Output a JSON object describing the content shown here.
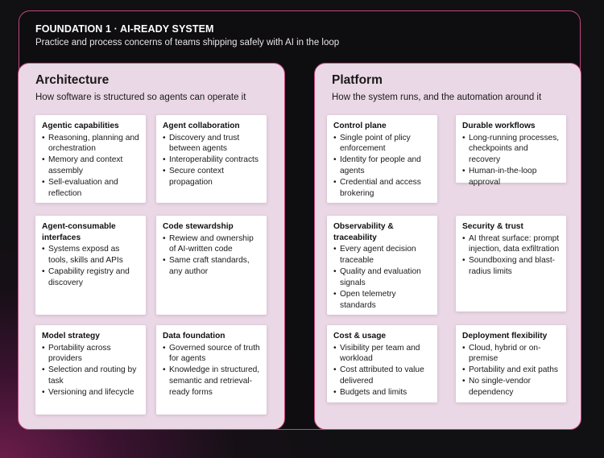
{
  "header": {
    "title": "FOUNDATION 1 · AI-READY SYSTEM",
    "subtitle": "Practice and process concerns of teams shipping safely with AI in the loop"
  },
  "architecture": {
    "title": "Architecture",
    "subtitle": "How software is structured so agents can operate it",
    "cards": [
      {
        "title": "Agentic capabilities",
        "items": [
          "Reasoning, planning and orchestration",
          "Memory and context assembly",
          "Sell-evaluation and reflection"
        ]
      },
      {
        "title": "Agent collaboration",
        "items": [
          "Discovery and trust between agents",
          "Interoperability contracts",
          "Secure context propagation"
        ]
      },
      {
        "title": "Agent-consumable interfaces",
        "items": [
          "Systems exposd as tools, skills and APIs",
          "Capability registry and discovery"
        ]
      },
      {
        "title": "Code stewardship",
        "items": [
          "Rewiew and ownership of AI-written code",
          "Same craft standards, any author"
        ]
      },
      {
        "title": "Model strategy",
        "items": [
          "Portability across providers",
          "Selection and routing by task",
          "Versioning and lifecycle"
        ]
      },
      {
        "title": "Data foundation",
        "items": [
          "Governed source of truth for agents",
          "Knowledge in structured, semantic and retrieval-ready forms"
        ]
      }
    ]
  },
  "platform": {
    "title": "Platform",
    "subtitle": "How the system runs, and the automation around it",
    "cards": [
      {
        "title": "Control plane",
        "items": [
          "Single point of plicy enforcement",
          "Identity for people and agents",
          "Credential and access brokering"
        ]
      },
      {
        "title": "Durable workflows",
        "items": [
          "Long-running processes, checkpoints and recovery",
          "Human-in-the-loop approval"
        ]
      },
      {
        "title": "Observability & traceability",
        "items": [
          "Every agent decision traceable",
          "Quality and evaluation signals",
          "Open telemetry standards"
        ]
      },
      {
        "title": "Security & trust",
        "items": [
          "AI threat surface: prompt injection, data exfiltration",
          "Soundboxing and blast-radius limits"
        ]
      },
      {
        "title": "Cost & usage",
        "items": [
          "Visibility per team and workload",
          "Cost attributed to value delivered",
          "Budgets and limits"
        ]
      },
      {
        "title": "Deployment flexibility",
        "items": [
          "Cloud, hybrid or on-premise",
          "Portability and exit  paths",
          "No single-vendor dependency"
        ]
      }
    ]
  }
}
